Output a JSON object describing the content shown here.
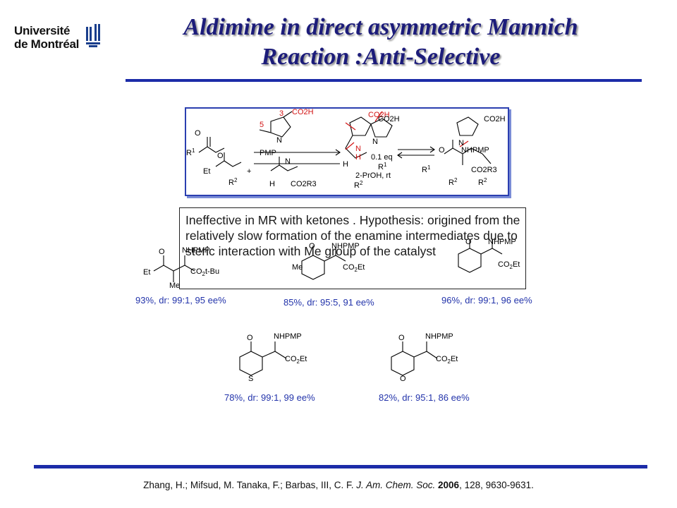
{
  "header": {
    "logo_line1": "Université",
    "logo_line2": "de Montréal",
    "title_line1": "Aldimine in direct asymmetric Mannich",
    "title_line2": "Reaction :Anti-Selective"
  },
  "scheme": {
    "catalyst_locant_3": "3",
    "catalyst_locant_5": "5",
    "cat_acid": "CO2H",
    "conditions_eq": "0.1 eq",
    "conditions_solvent": "2-PrOH, rt",
    "reagent_aldimine": "PMP",
    "ester": "CO2R3",
    "product_amine": "NHPMP"
  },
  "note": {
    "text": "Ineffective in MR with ketones . Hypothesis: origined from the relatively slow formation of the enamine intermediates due to steric interaction with Me group of the catalyst"
  },
  "products": [
    {
      "label": "93%, dr: 99:1, 95 ee%"
    },
    {
      "label": "85%, dr: 95:5, 91 ee%"
    },
    {
      "label": "96%, dr: 99:1, 96 ee%"
    },
    {
      "label": "78%, dr: 99:1, 99 ee%"
    },
    {
      "label": "82%, dr: 95:1, 86 ee%"
    }
  ],
  "citation": {
    "authors": "Zhang, H.; Mifsud, M. Tanaka, F.; Barbas, III, C. F.",
    "journal": "J. Am. Chem. Soc.",
    "year": "2006",
    "rest": ", 128, 9630-9631."
  },
  "colors": {
    "title": "#1c1c7a",
    "rule": "#1c2ca8",
    "yield_label": "#2233aa",
    "highlight_red": "#d21414"
  }
}
